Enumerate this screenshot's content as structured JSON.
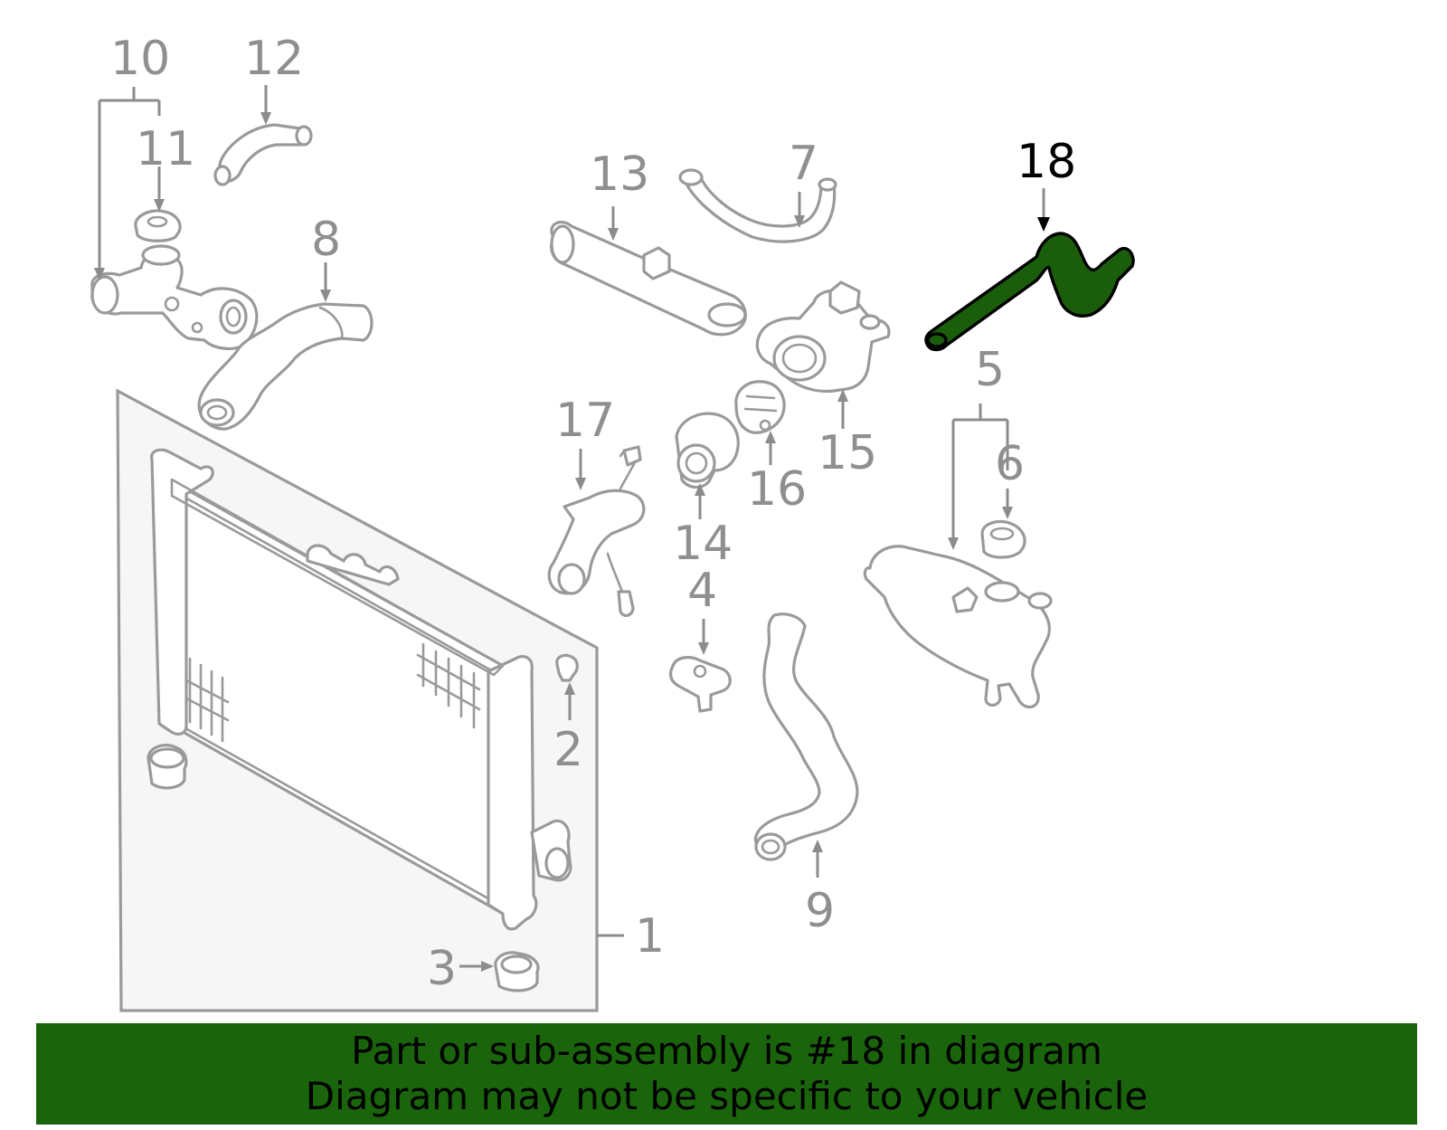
{
  "diagram": {
    "highlight_color": "#1a650c",
    "highlighted_part": "18",
    "callouts": {
      "c1": "1",
      "c2": "2",
      "c3": "3",
      "c4": "4",
      "c5": "5",
      "c6": "6",
      "c7": "7",
      "c8": "8",
      "c9": "9",
      "c10": "10",
      "c11": "11",
      "c12": "12",
      "c13": "13",
      "c14": "14",
      "c15": "15",
      "c16": "16",
      "c17": "17",
      "c18": "18"
    }
  },
  "banner": {
    "line1": "Part or sub-assembly is #18 in diagram",
    "line2": "Diagram may not be specific to your vehicle"
  }
}
